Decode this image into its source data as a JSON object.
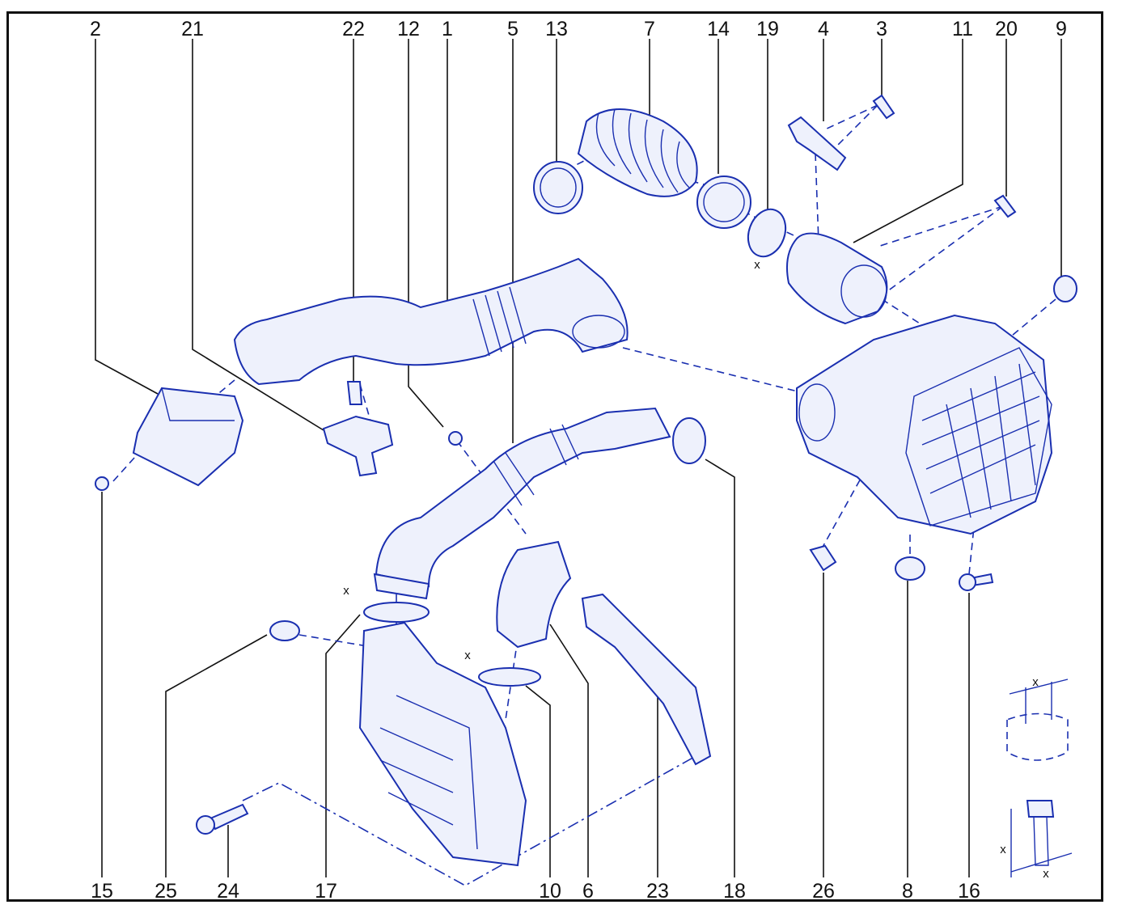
{
  "callouts": {
    "top": [
      "2",
      "21",
      "22",
      "12",
      "1",
      "5",
      "13",
      "7",
      "14",
      "19",
      "4",
      "3",
      "11",
      "20",
      "9"
    ],
    "bottom": [
      "15",
      "25",
      "24",
      "17",
      "10",
      "6",
      "23",
      "18",
      "26",
      "8",
      "16"
    ]
  },
  "dimension_marks": [
    "x",
    "x",
    "x",
    "x",
    "x",
    "x"
  ],
  "colors": {
    "line_art": "#1a2fb0",
    "frame": "#111111",
    "background": "#ffffff"
  }
}
